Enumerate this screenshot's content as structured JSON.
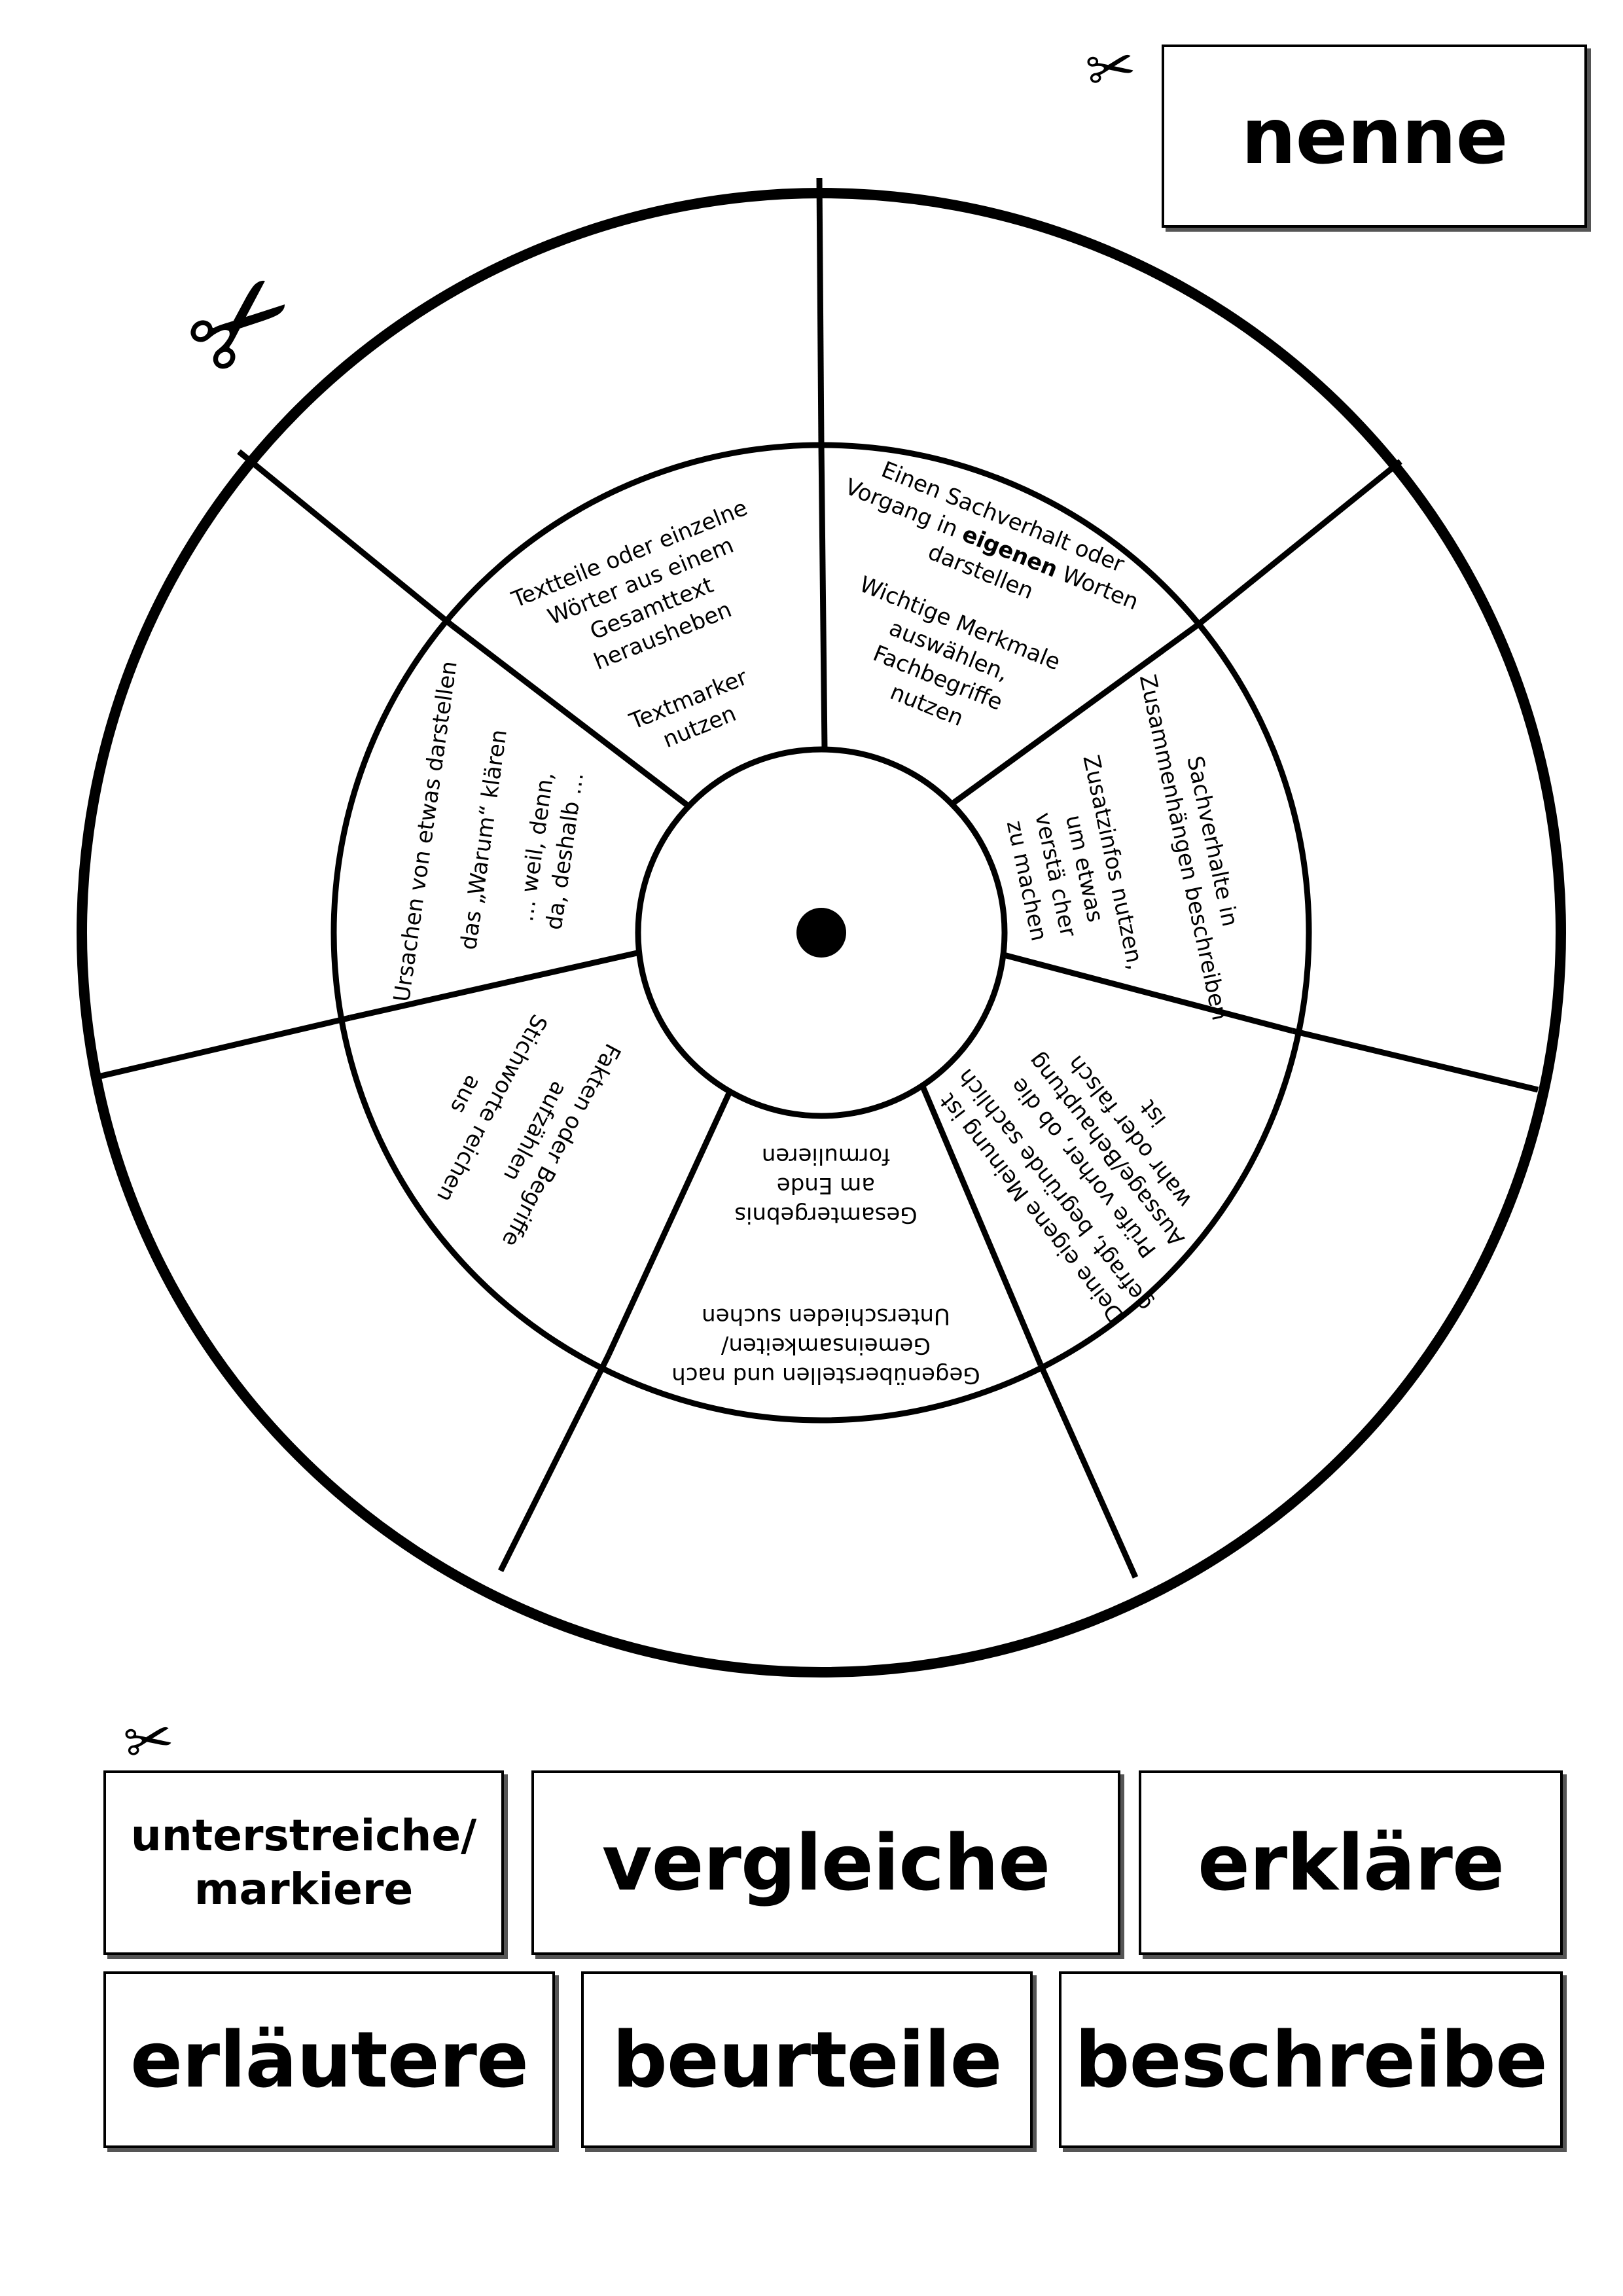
{
  "cards": {
    "nenne": "nenne",
    "unterstreiche_line1": "unterstreiche/",
    "unterstreiche_line2": "markiere",
    "vergleiche": "vergleiche",
    "erklaere": "erkläre",
    "erlaeutere": "erläutere",
    "beurteile": "beurteile",
    "beschreibe": "beschreibe"
  },
  "wheel": {
    "segments": {
      "markieren": {
        "lines": [
          "Textteile oder einzelne",
          "Wörter aus einem",
          "Gesamttext",
          "herausheben"
        ],
        "tip": [
          "Textmarker",
          "nutzen"
        ]
      },
      "nennen": {
        "line1": "Einen Sachverhalt oder",
        "line2_pre": "Vorgang in ",
        "line2_bold": "eigenen",
        "line2_post": " Worten",
        "line3": "darstellen",
        "tip": [
          "Wichtige Merkmale",
          "auswählen,",
          "Fachbegriffe",
          "nutzen"
        ]
      },
      "erlaeutern": {
        "lines": [
          "Sachverhalte in",
          "Zusammenhängen beschreiben"
        ],
        "tip": [
          "Zusatzinfos nutzen,",
          "um etwas",
          "verstä   cher",
          "zu machen"
        ]
      },
      "beurteilen": {
        "lines": [
          "Deine eigene Meinung ist",
          "gefragt, begründe sachlich"
        ],
        "tip": [
          "Prüfe vorher, ob die",
          "Aussage/Behauptung",
          "wahr oder falsch",
          "ist"
        ]
      },
      "vergleichen": {
        "lines": [
          "Gegenüberstellen und nach",
          "Gemeinsamkeiten/",
          "Unterschieden suchen"
        ],
        "tip": [
          "Gesamtergebnis",
          "am Ende",
          "formulieren"
        ]
      },
      "beschreiben": {
        "lines": [
          "Fakten oder Begriffe",
          "aufzählen"
        ],
        "tip": [
          "Stichworte reichen",
          "aus"
        ]
      },
      "erklaeren": {
        "lines": [
          "Ursachen von etwas darstellen"
        ],
        "tip": [
          "das „Warum“ klären",
          "… weil, denn,",
          "da, deshalb …"
        ]
      }
    }
  }
}
